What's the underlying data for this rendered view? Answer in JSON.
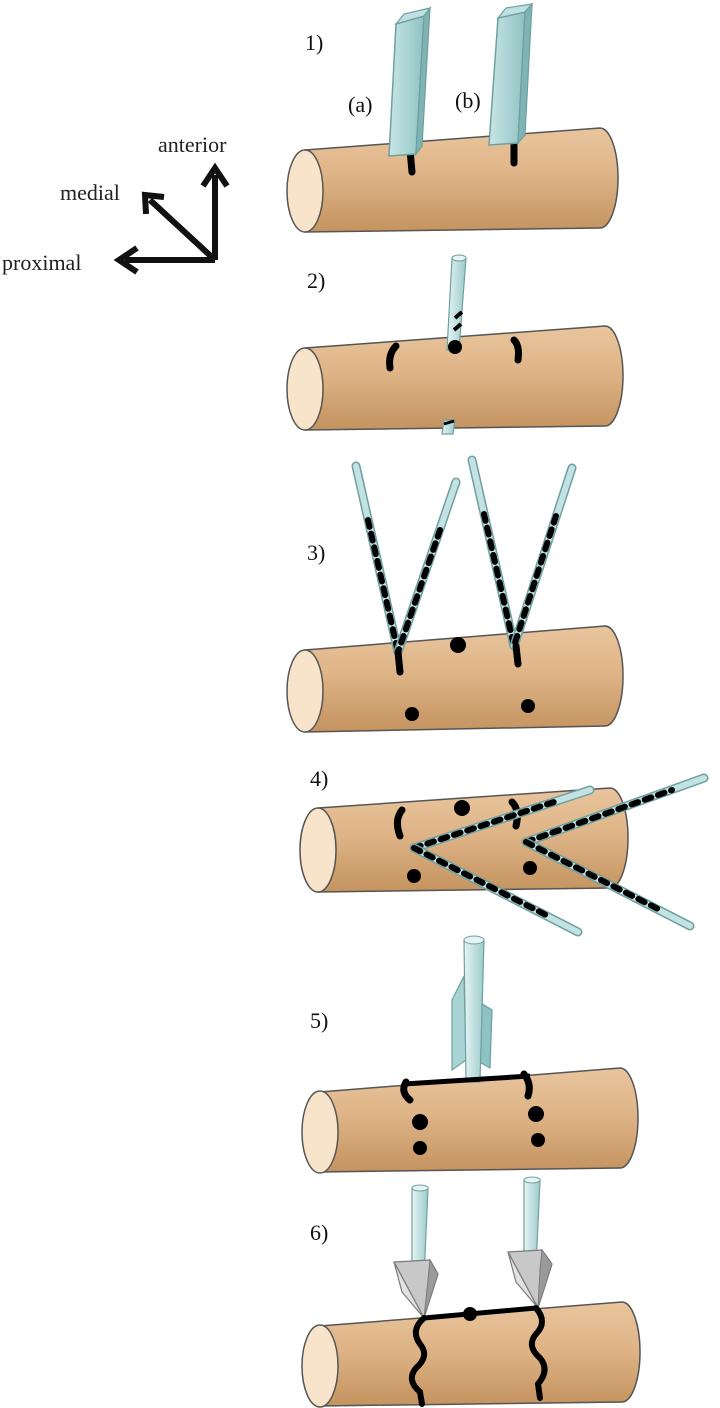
{
  "axes": {
    "anterior": "anterior",
    "medial": "medial",
    "proximal": "proximal"
  },
  "steps": [
    {
      "label": "1)",
      "sublabels": [
        "(a)",
        "(b)"
      ]
    },
    {
      "label": "2)"
    },
    {
      "label": "3)"
    },
    {
      "label": "4)"
    },
    {
      "label": "5)"
    },
    {
      "label": "6)"
    }
  ],
  "colors": {
    "bone": "#deb487",
    "bone_shade": "#c4935f",
    "bone_end": "#f8e3cb",
    "blade": "#a8d3d3",
    "blade_edge": "#6f9fa0",
    "pin": "#c2e2e3",
    "guide": "#c8c8c8",
    "mark": "#000000"
  }
}
